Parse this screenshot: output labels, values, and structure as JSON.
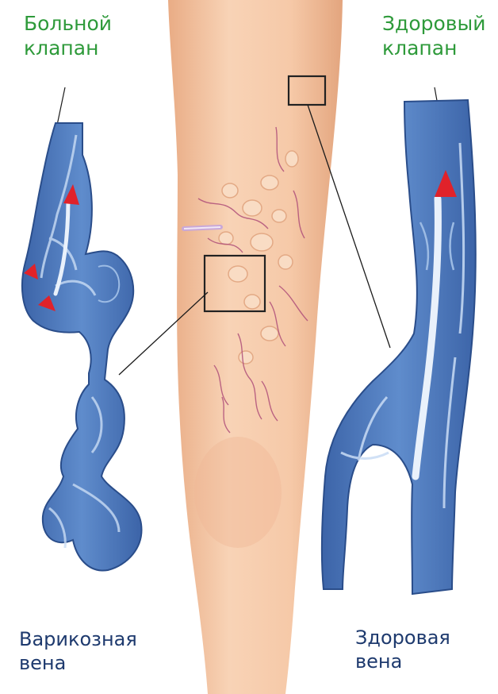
{
  "labels": {
    "diseased_valve": [
      "Больной",
      "клапан"
    ],
    "healthy_valve": [
      "Здоровый",
      "клапан"
    ],
    "varicose_vein": [
      "Варикозная",
      "вена"
    ],
    "healthy_vein": [
      "Здоровая",
      "вена"
    ]
  },
  "colors": {
    "label_green": "#2e9a3a",
    "label_navy": "#1e3a6e",
    "vein_blue": "#4a78bd",
    "vein_light": "#b8d0ee",
    "skin": "#f4c5a2",
    "valve_red": "#e0222a"
  }
}
